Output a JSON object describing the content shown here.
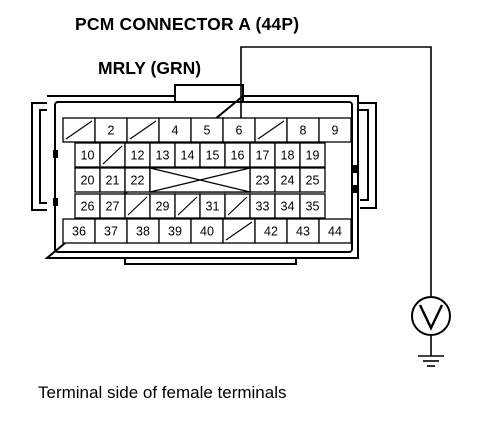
{
  "title": "PCM CONNECTOR A (44P)",
  "wire_label": "MRLY (GRN)",
  "caption": "Terminal side of female terminals",
  "meter_symbol": "V",
  "connector": {
    "rows": [
      [
        "",
        "2",
        "",
        "4",
        "5",
        "6",
        "",
        "8",
        "9"
      ],
      [
        "10",
        "",
        "12",
        "13",
        "14",
        "15",
        "16",
        "17",
        "18",
        "19"
      ],
      [
        "20",
        "21",
        "22",
        "",
        "",
        "",
        "",
        "23",
        "24",
        "25"
      ],
      [
        "26",
        "27",
        "",
        "29",
        "",
        "31",
        "",
        "33",
        "34",
        "35"
      ],
      [
        "36",
        "37",
        "38",
        "39",
        "40",
        "",
        "42",
        "43",
        "44"
      ]
    ],
    "probed_terminal": "6"
  }
}
